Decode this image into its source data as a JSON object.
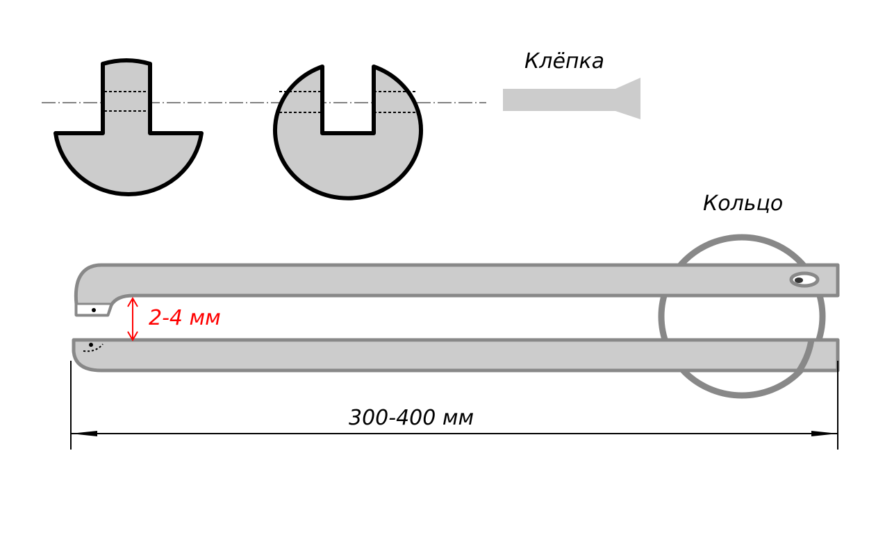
{
  "labels": {
    "rivet": "Клёпка",
    "ring": "Кольцо",
    "gap": "2-4 мм",
    "length": "300-400 мм"
  },
  "colors": {
    "fill": "#cccccc",
    "outline": "#000000",
    "tong_outline": "#888888",
    "dimension_red": "#ff0000",
    "background": "#ffffff"
  }
}
